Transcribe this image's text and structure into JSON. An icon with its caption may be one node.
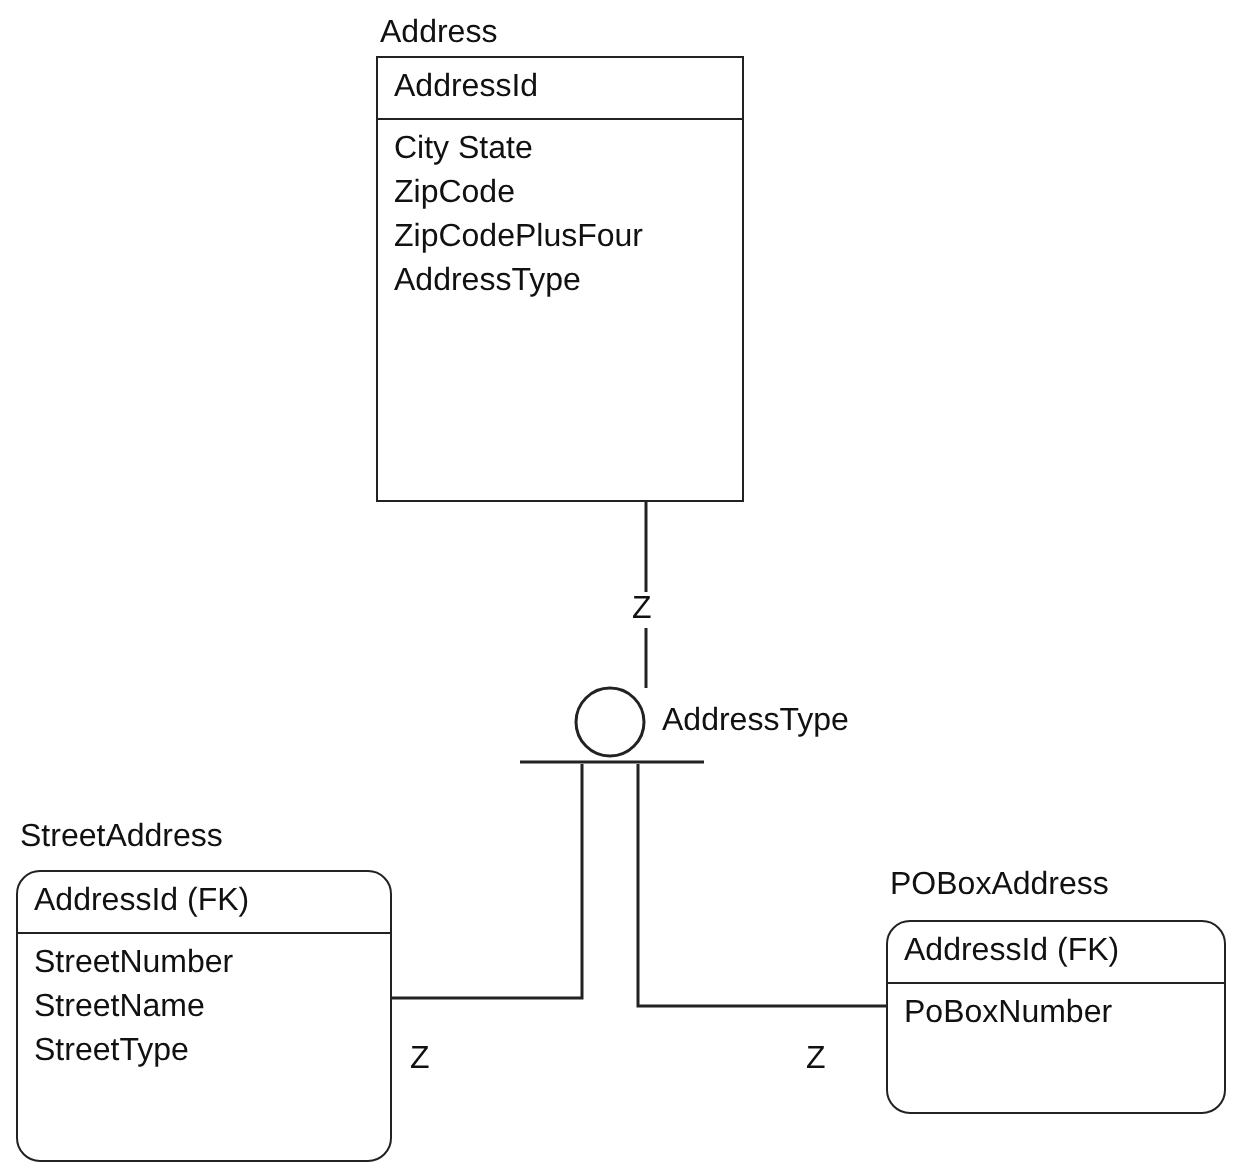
{
  "diagram": {
    "nodes": [
      {
        "text": [
          "Address",
          "AddressId",
          "City State ZipCode ZipCodePlusFour AddressType"
        ]
      },
      {
        "text": [],
        "shape": "circle",
        "beside": [
          "AddressType"
        ]
      },
      {
        "text": [
          "StreetAddress",
          "AddressId (FK)",
          "StreetNumber StreetName StreetType"
        ]
      },
      {
        "text": [
          "POBoxAddress",
          "AddressId (FK)",
          "PoBoxNumber"
        ]
      }
    ],
    "edges": [
      {
        "from": 0,
        "to": 1,
        "arrow": "none",
        "label": "Z"
      },
      {
        "from": 1,
        "to": 2,
        "arrow": "none",
        "label": "Z"
      },
      {
        "from": 1,
        "to": 3,
        "arrow": "none",
        "label": "Z"
      }
    ]
  }
}
